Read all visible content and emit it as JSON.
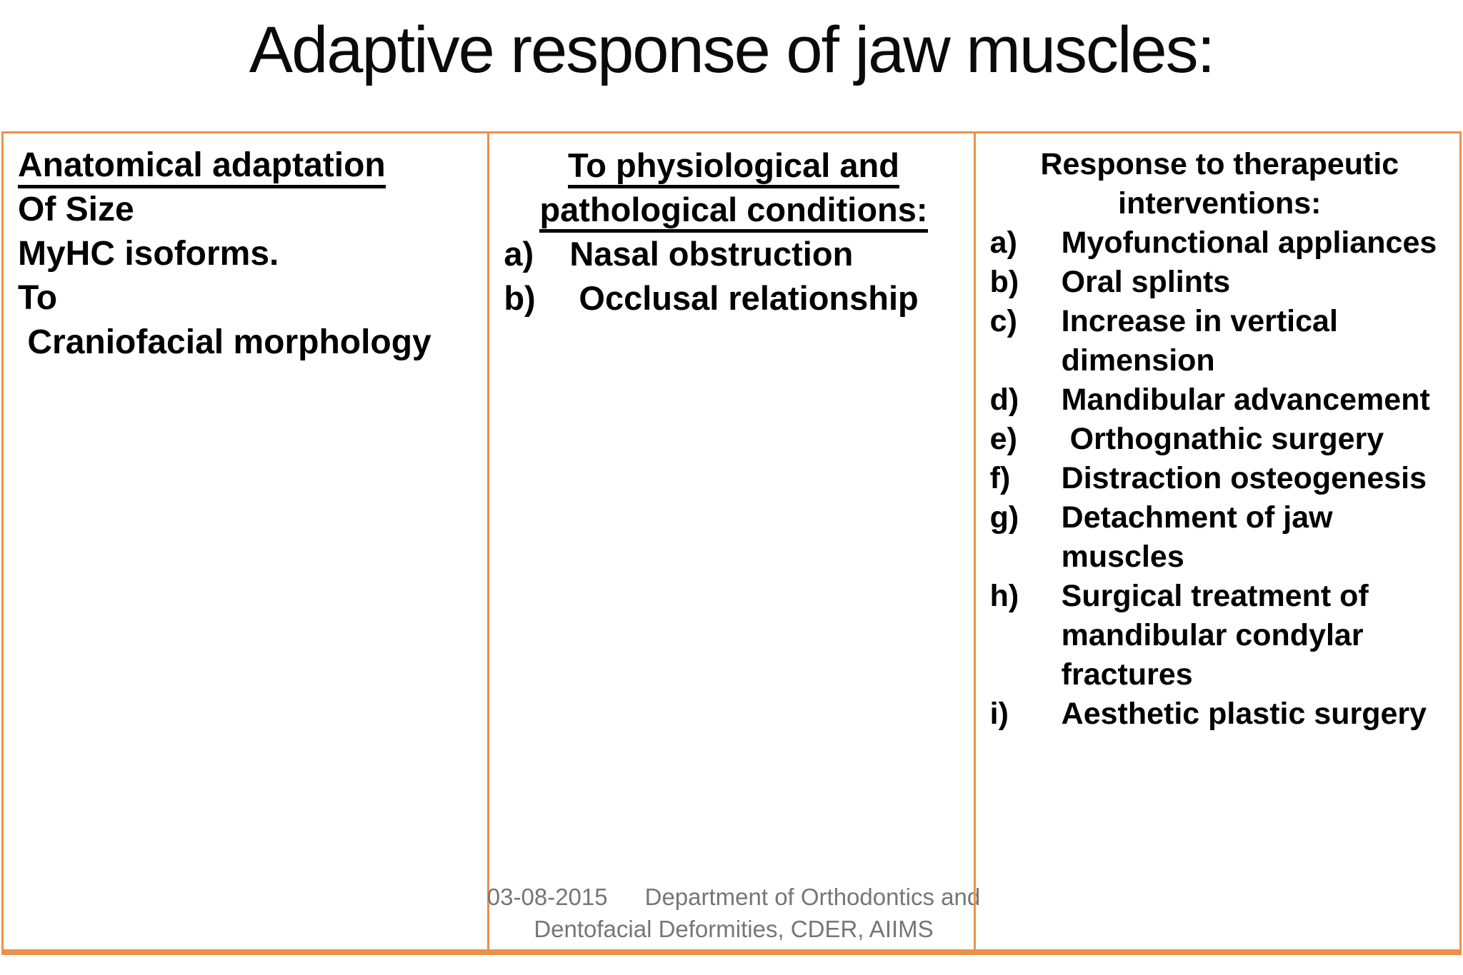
{
  "slide": {
    "title": "Adaptive response of jaw muscles:",
    "accent_border_color": "#ED9049",
    "footer_text_color": "#767676"
  },
  "columns": {
    "anatomical": {
      "header": "Anatomical adaptation",
      "lines": [
        "Of Size",
        "MyHC isoforms.",
        "To",
        " Craniofacial morphology"
      ]
    },
    "physiological": {
      "header_line1": "To physiological and",
      "header_line2": "pathological conditions:",
      "items": [
        {
          "marker": "a)",
          "text": "Nasal obstruction"
        },
        {
          "marker": "b)",
          "text": " Occlusal relationship"
        }
      ]
    },
    "therapeutic": {
      "header_line1": "Response to therapeutic",
      "header_line2": "interventions:",
      "items": [
        {
          "marker": "a)",
          "text": "Myofunctional appliances"
        },
        {
          "marker": "b)",
          "text": "Oral splints"
        },
        {
          "marker": "c)",
          "text": "Increase in vertical dimension"
        },
        {
          "marker": "d)",
          "text": "Mandibular advancement"
        },
        {
          "marker": "e)",
          "text": " Orthognathic surgery"
        },
        {
          "marker": "f)",
          "text": "Distraction osteogenesis"
        },
        {
          "marker": "g)",
          "text": "Detachment of jaw muscles"
        },
        {
          "marker": "h)",
          "text": "Surgical treatment of mandibular condylar fractures"
        },
        {
          "marker": "i)",
          "text": "Aesthetic plastic surgery"
        }
      ]
    }
  },
  "footer": {
    "date": "03-08-2015",
    "org_line1": "Department of Orthodontics and",
    "org_line2": "Dentofacial Deformities, CDER, AIIMS"
  }
}
